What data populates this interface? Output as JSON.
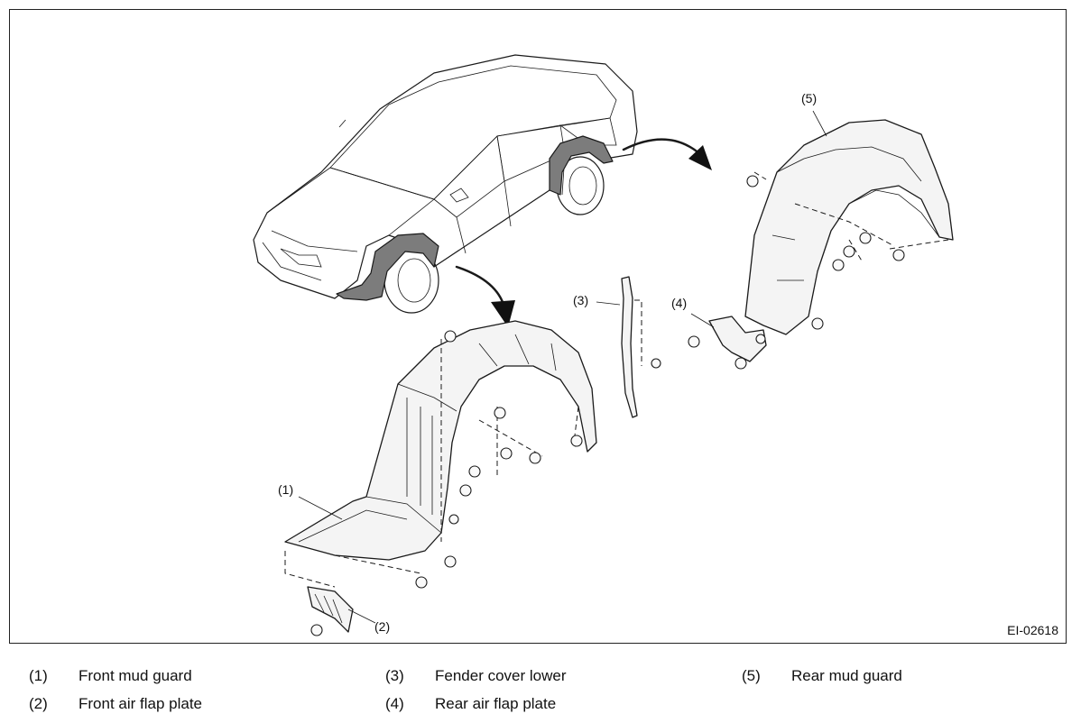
{
  "figure_id": "EI-02618",
  "callouts": {
    "c1": "(1)",
    "c2": "(2)",
    "c3": "(3)",
    "c4": "(4)",
    "c5": "(5)"
  },
  "legend": [
    {
      "num": "(1)",
      "label": "Front mud guard"
    },
    {
      "num": "(2)",
      "label": "Front air flap plate"
    },
    {
      "num": "(3)",
      "label": "Fender cover lower"
    },
    {
      "num": "(4)",
      "label": "Rear air flap plate"
    },
    {
      "num": "(5)",
      "label": "Rear mud guard"
    }
  ]
}
